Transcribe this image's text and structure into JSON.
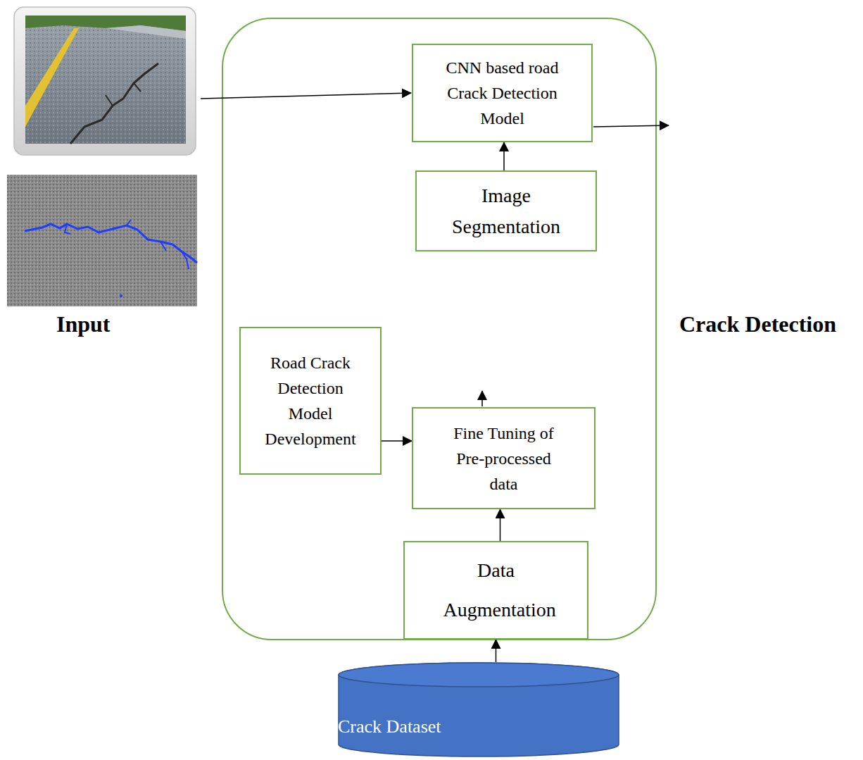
{
  "diagram": {
    "nodes": [
      {
        "text": [
          "CNN based road Crack Detection Model"
        ]
      },
      {
        "text": [
          "Image Segmentation"
        ]
      },
      {
        "text": [
          "Road Crack Detection Model Development"
        ]
      },
      {
        "text": [
          "Fine Tuning of Pre-processed data"
        ]
      },
      {
        "text": [
          "Data Augmentation"
        ]
      },
      {
        "text": [
          "Crack Dataset"
        ]
      }
    ],
    "edges": [
      {
        "from": 1,
        "to": 0,
        "arrow": "to"
      },
      {
        "from": 2,
        "to": 3,
        "arrow": "to"
      },
      {
        "from": 4,
        "to": 3,
        "arrow": "to"
      },
      {
        "from": 5,
        "to": 4,
        "arrow": "to"
      }
    ],
    "labels": [
      "Input",
      "Crack Detection"
    ]
  }
}
